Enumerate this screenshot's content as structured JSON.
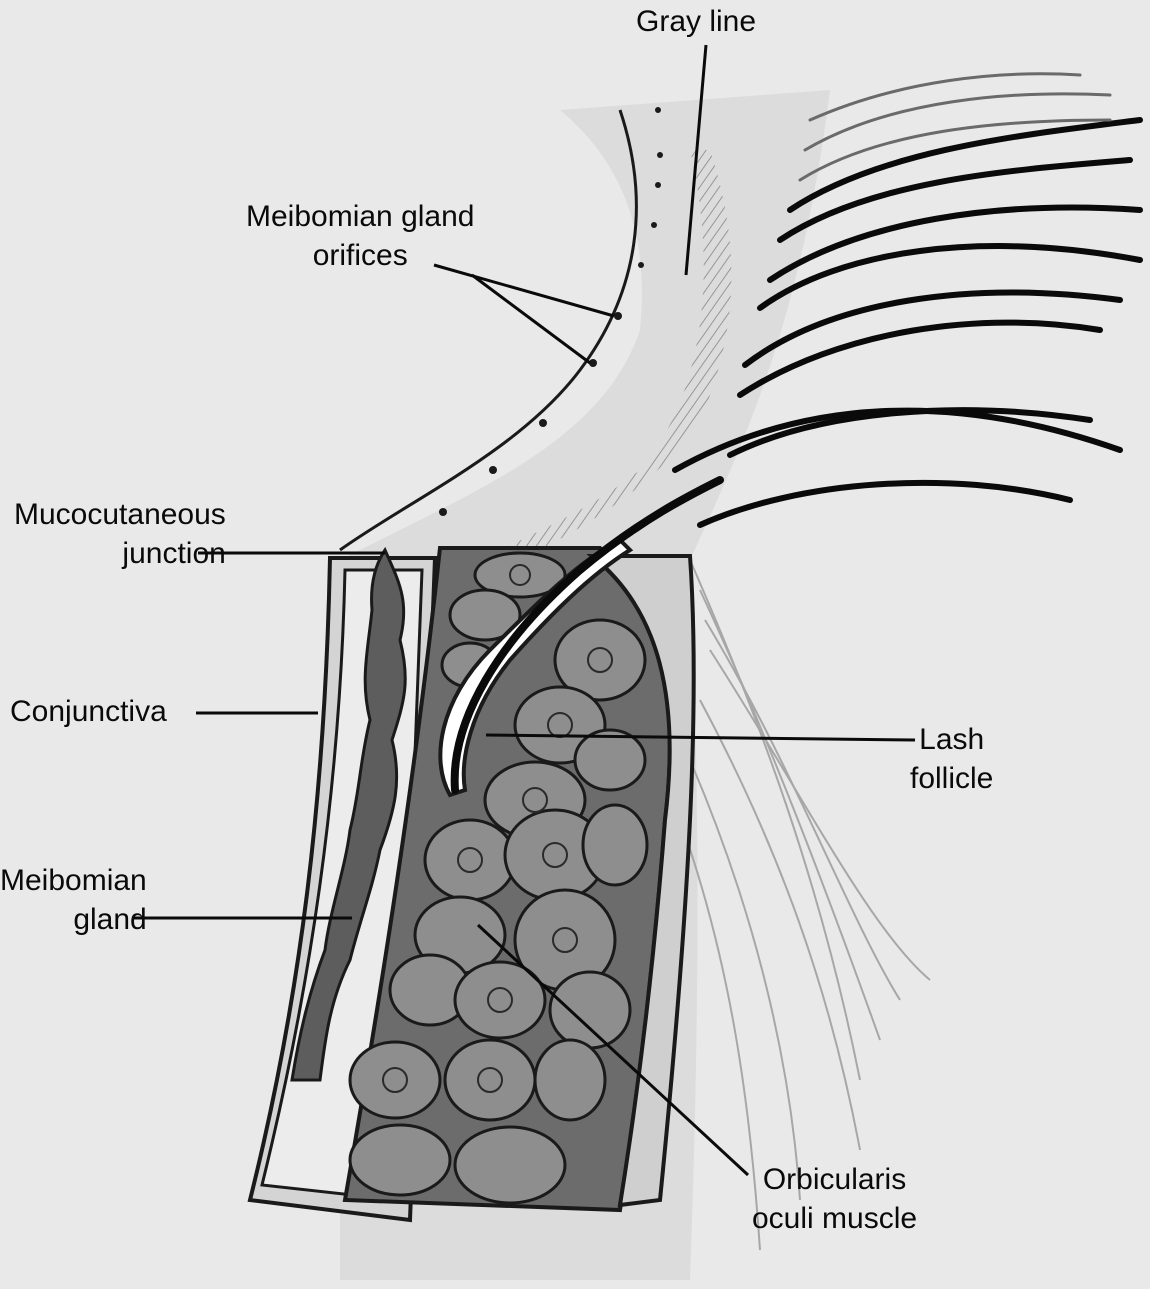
{
  "labels": {
    "gray_line": {
      "lines": [
        "Gray line"
      ]
    },
    "meibomian_orifices": {
      "lines": [
        "Meibomian gland",
        "orifices"
      ]
    },
    "mucocutaneous_junction": {
      "lines": [
        "Mucocutaneous",
        "junction"
      ]
    },
    "conjunctiva": {
      "lines": [
        "Conjunctiva"
      ]
    },
    "meibomian_gland": {
      "lines": [
        "Meibomian",
        "gland"
      ]
    },
    "lash_follicle": {
      "lines": [
        "Lash",
        "follicle"
      ]
    },
    "orbicularis": {
      "lines": [
        "Orbicularis",
        "oculi muscle"
      ]
    }
  },
  "colors": {
    "background": "#e9e9e9",
    "ink": "#0a0a0a",
    "tissue_light": "#d2d2d2",
    "muscle_fill": "#6c6c6c",
    "muscle_bundle_light": "#9a9a9a",
    "gland_fill": "#5d5d5d"
  }
}
